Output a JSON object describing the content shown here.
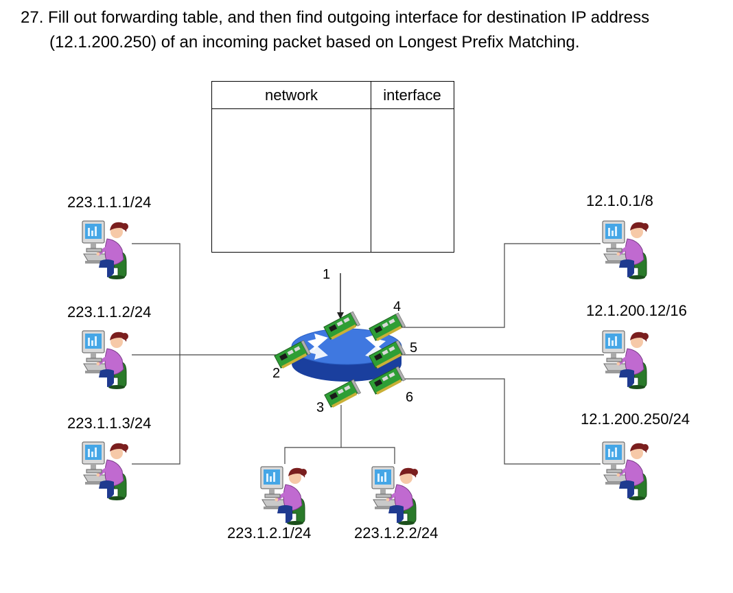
{
  "question": {
    "line1": "27. Fill out forwarding table, and then find outgoing interface for destination IP address",
    "line2": "(12.1.200.250) of an incoming packet based on Longest Prefix Matching."
  },
  "table": {
    "header_network": "network",
    "header_interface": "interface",
    "rows": []
  },
  "hosts": {
    "left_1": "223.1.1.1/24",
    "left_2": "223.1.1.2/24",
    "left_3": "223.1.1.3/24",
    "bottom_1": "223.1.2.1/24",
    "bottom_2": "223.1.2.2/24",
    "right_1": "12.1.0.1/8",
    "right_2": "12.1.200.12/16",
    "right_3": "12.1.200.250/24"
  },
  "ports": {
    "p1": "1",
    "p2": "2",
    "p3": "3",
    "p4": "4",
    "p5": "5",
    "p6": "6"
  },
  "icons": {
    "host": "person-at-computer-icon",
    "router": "router-icon",
    "nic": "network-interface-card-icon"
  },
  "colors": {
    "router_top": "#3f78e0",
    "router_side": "#1a3f9e",
    "nic": "#2e9e35",
    "shirt": "#c06ad0",
    "hair": "#7a1e1e",
    "monitor_screen": "#45a6e6",
    "chair": "#2a7a2a",
    "skin": "#f6c9a8",
    "desk": "#c9c9c9"
  }
}
